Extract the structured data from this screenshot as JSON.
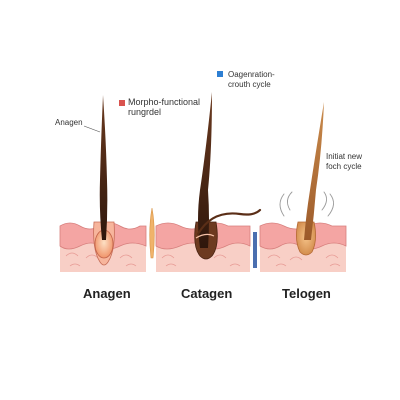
{
  "colors": {
    "skin_epidermis": "#f4a5a3",
    "skin_dermis": "#f8cfc6",
    "hair_dark": "#3e2012",
    "hair_brown": "#6b3a1f",
    "hair_light": "#b3733d",
    "bulb": "#f3a27a",
    "legend_red": "#d9534f",
    "legend_blue": "#2d7fd3",
    "divider_blue": "#4a6fb0"
  },
  "legend": {
    "item1": {
      "icon": "red-square-icon",
      "text": "Morpho-functional"
    },
    "item1_line2": "rungrdel",
    "item2": {
      "icon": "blue-square-icon",
      "text": "Oagenration-"
    },
    "item2_line2": "crouth cycle"
  },
  "annotations": {
    "anagen_small": "Anagen",
    "new_cycle_line1": "Initiat new",
    "new_cycle_line2": "foch cycle"
  },
  "stages": [
    {
      "name": "Anagen"
    },
    {
      "name": "Catagen"
    },
    {
      "name": "Telogen"
    }
  ]
}
